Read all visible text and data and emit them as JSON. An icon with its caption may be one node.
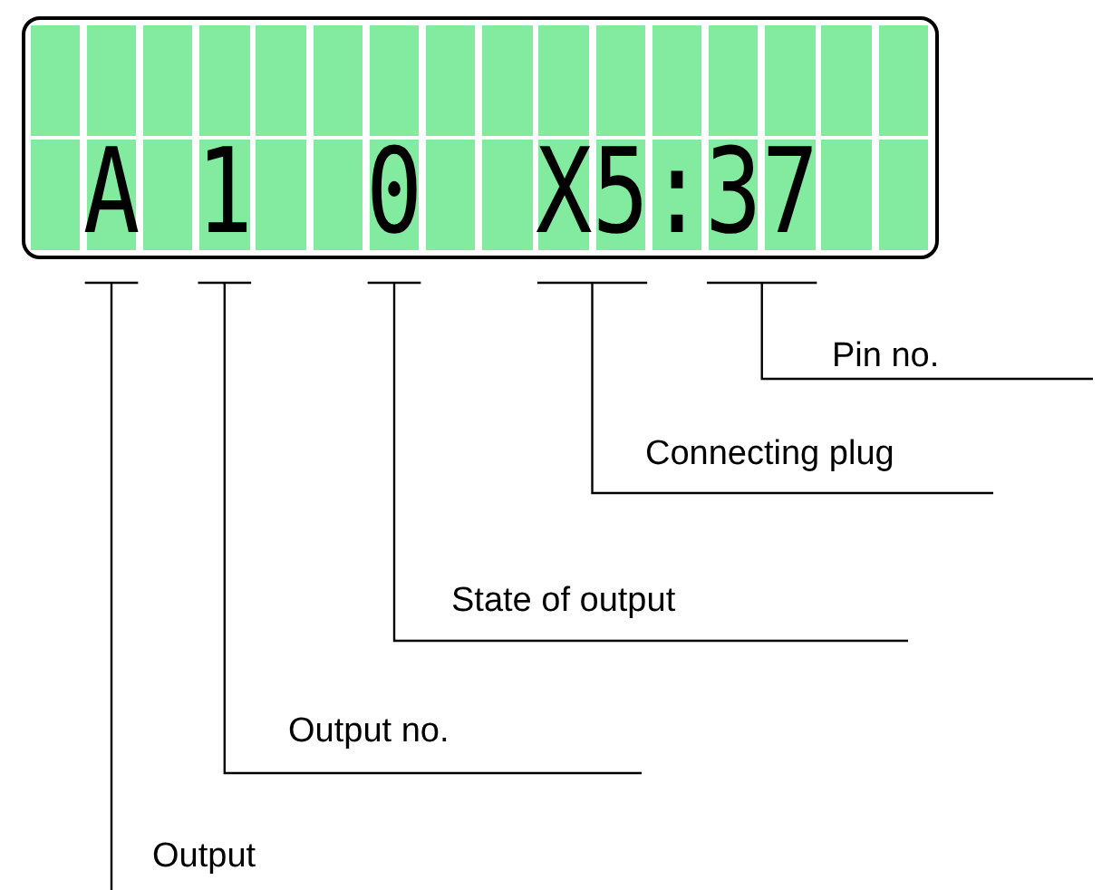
{
  "diagram": {
    "nodes": [
      {
        "text": [],
        "shape": "box"
      },
      {
        "text": [
          "A"
        ],
        "in": 0
      },
      {
        "text": [
          "1"
        ],
        "in": 0
      },
      {
        "text": [
          "0"
        ],
        "in": 0
      },
      {
        "text": [
          "X5"
        ],
        "in": 0
      },
      {
        "text": [
          "37"
        ],
        "in": 0
      },
      {
        "text": [
          "Pin no."
        ]
      },
      {
        "text": [
          "Connecting plug"
        ]
      },
      {
        "text": [
          "State of output"
        ]
      },
      {
        "text": [
          "Output no."
        ]
      },
      {
        "text": [
          "Output"
        ]
      }
    ],
    "edges": [
      {
        "from": 6,
        "to": 5,
        "arrow": "none"
      },
      {
        "from": 7,
        "to": 4,
        "arrow": "none"
      },
      {
        "from": 8,
        "to": 3,
        "arrow": "none"
      },
      {
        "from": 9,
        "to": 2,
        "arrow": "none"
      },
      {
        "from": 10,
        "to": 1,
        "arrow": "none"
      }
    ],
    "labels": [
      ":"
    ]
  }
}
